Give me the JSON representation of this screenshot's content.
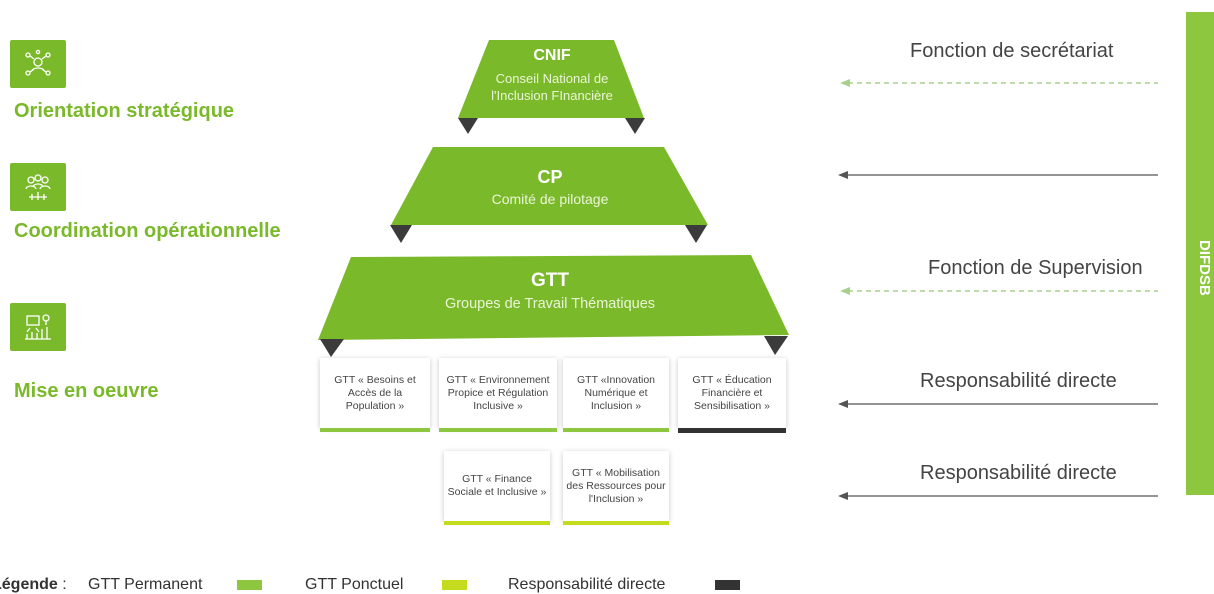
{
  "levels": [
    {
      "label": "Orientation stratégique",
      "icon": "network-people-icon"
    },
    {
      "label": "Coordination opérationnelle",
      "icon": "team-coordination-icon"
    },
    {
      "label": "Mise en oeuvre",
      "icon": "implementation-chart-icon"
    }
  ],
  "pyramid": {
    "cnif": {
      "title": "CNIF",
      "subtitle_line1": "Conseil National de",
      "subtitle_line2": "l'Inclusion FInancière"
    },
    "cp": {
      "title": "CP",
      "subtitle": "Comité de pilotage"
    },
    "gtt": {
      "title": "GTT",
      "subtitle": "Groupes de Travail Thématiques"
    }
  },
  "gtt_groups": [
    {
      "text": "GTT « Besoins et Accès de la Population »",
      "type": "permanent"
    },
    {
      "text": "GTT « Environnement Propice et Régulation Inclusive »",
      "type": "permanent"
    },
    {
      "text": "GTT «Innovation Numérique et Inclusion »",
      "type": "permanent"
    },
    {
      "text": "GTT « Éducation Financière et Sensibilisation »",
      "type": "responsabilite_directe"
    },
    {
      "text": "GTT « Finance Sociale et Inclusive »",
      "type": "ponctuel"
    },
    {
      "text": "GTT « Mobilisation des Ressources pour l'Inclusion »",
      "type": "ponctuel"
    }
  ],
  "functions": [
    {
      "label": "Fonction de secrétariat",
      "line": "dashed"
    },
    {
      "label": "",
      "line": "solid"
    },
    {
      "label": "Fonction de Supervision",
      "line": "dashed"
    },
    {
      "label": "Responsabilité directe",
      "line": "solid"
    },
    {
      "label": "Responsabilité directe",
      "line": "solid"
    }
  ],
  "sidebar": {
    "label": "DIFDSB"
  },
  "legend": {
    "title": "Légende",
    "items": [
      {
        "label": "GTT Permanent",
        "color": "#8dc63f"
      },
      {
        "label": "GTT Ponctuel",
        "color": "#c5dc1e"
      },
      {
        "label": "Responsabilité directe",
        "color": "#333333"
      }
    ]
  },
  "colors": {
    "primary_green": "#7ab929",
    "dark_green": "#6aa81e",
    "lime": "#c5dc1e",
    "dark": "#333333",
    "dash_green": "#a8d08d"
  }
}
